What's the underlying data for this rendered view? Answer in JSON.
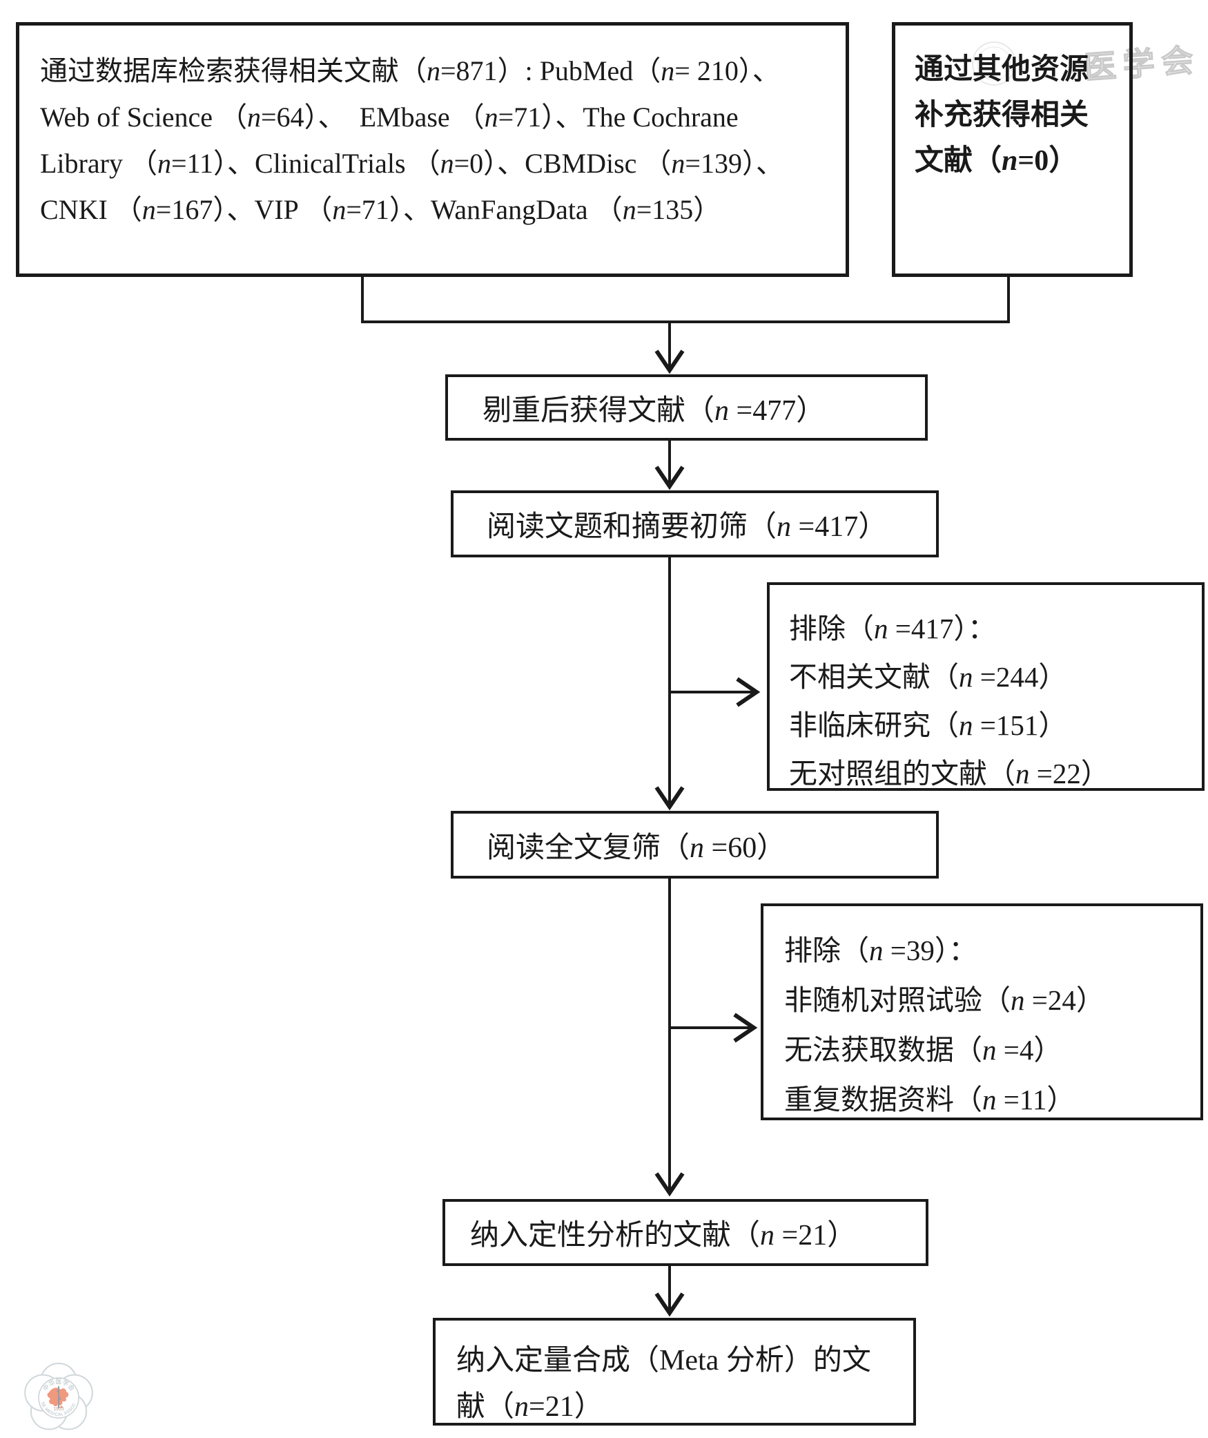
{
  "figure": {
    "boxes": {
      "db_search": {
        "lines": [
          "通过数据库检索获得相关文献（n=871）: PubMed（n= 210）、",
          "Web of Science （n=64）、  EMbase （n=71）、The Cochrane",
          "Library （n=11）、ClinicalTrials （n=0）、CBMDisc （n=139）、",
          "CNKI （n=167）、VIP （n=71）、WanFangData （n=135）"
        ]
      },
      "other_sources": {
        "lines": [
          "通过其他资源",
          "补充获得相关",
          "文献（n=0）"
        ]
      },
      "dedup": {
        "label": "剔重后获得文献（n =477）"
      },
      "title_abstract_screen": {
        "label": "阅读文题和摘要初筛（n =417）"
      },
      "excluded_initial": {
        "lines": [
          "排除（n =417）：",
          "不相关文献（n =244）",
          "非临床研究（n =151）",
          "无对照组的文献（n =22）"
        ]
      },
      "fulltext_screen": {
        "label": "阅读全文复筛（n =60）"
      },
      "excluded_fulltext": {
        "lines": [
          "排除（n =39）：",
          "非随机对照试验（n =24）",
          "无法获取数据（n =4）",
          "重复数据资料（n =11）"
        ]
      },
      "qualitative": {
        "label": "纳入定性分析的文献（n =21）"
      },
      "quantitative": {
        "lines": [
          "纳入定量合成（Meta 分析）的文",
          "献（n=21）"
        ]
      }
    },
    "watermark": {
      "topright_text": "医学会",
      "logo_top_text": "中华医学会",
      "logo_bottom_text": "CHINESE MEDICAL ASSOCIATION",
      "logo_year": "1915"
    },
    "colors": {
      "ink": "#1a1a1a",
      "watermark_gray": "#c9c9c9",
      "logo_orange": "#ee8e72",
      "logo_gray": "#9fb0ba"
    }
  }
}
